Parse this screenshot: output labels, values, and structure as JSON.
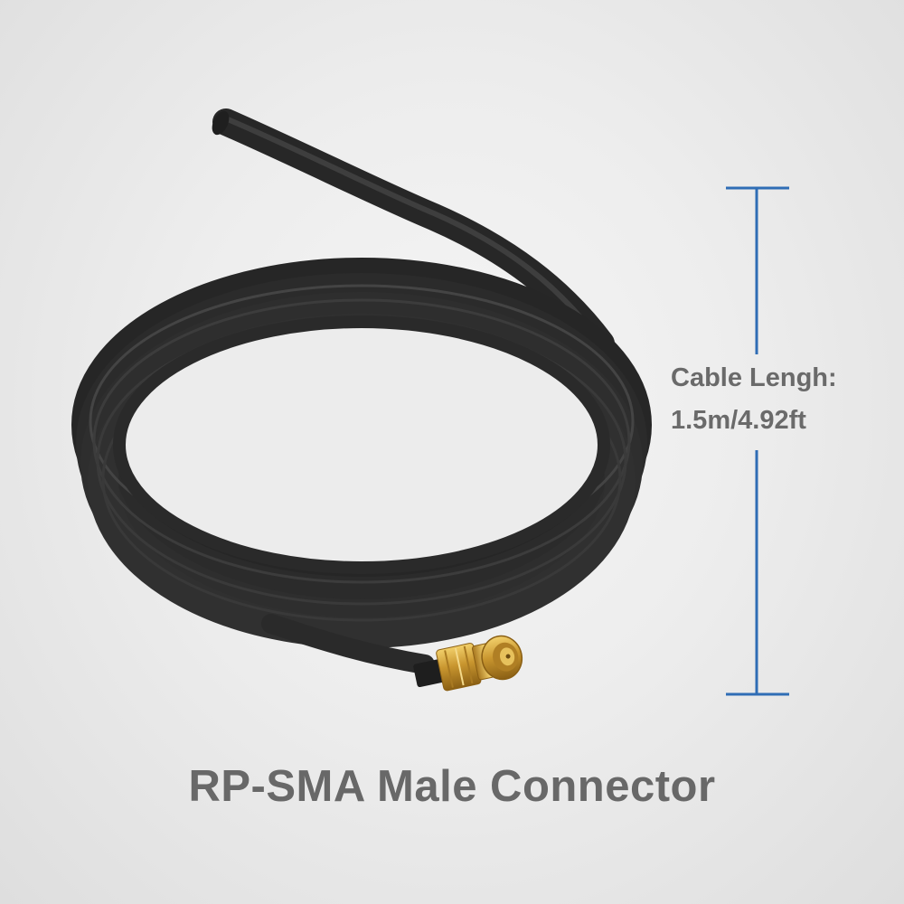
{
  "dimension": {
    "label": "Cable Lengh:",
    "value": "1.5m/4.92ft",
    "line_color": "#2f6db5"
  },
  "caption": "RP-SMA Male Connector",
  "product": {
    "cable_color": "#2c2c2c",
    "connector_color": "#c9962f"
  }
}
